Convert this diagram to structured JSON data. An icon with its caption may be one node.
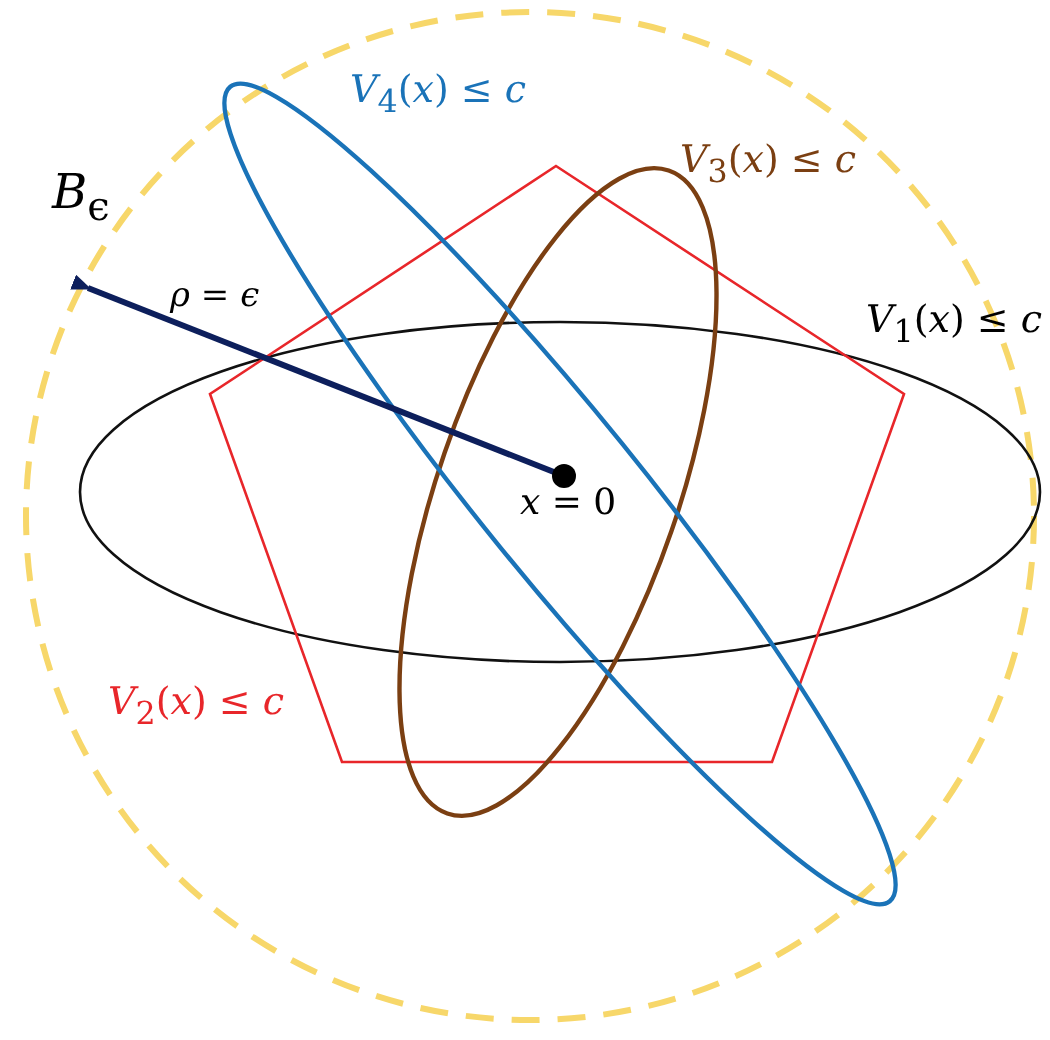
{
  "diagram": {
    "labels": [
      "*V*$_{4}$(*x*) ≤ *c*",
      "*V*$_{3}$(*x*) ≤ *c*",
      "*B*$_{ϵ}$",
      "*ρ* = *ϵ*",
      "*V*$_{1}$(*x*) ≤ *c*",
      "*x* = 0",
      "*V*$_{2}$(*x*) ≤ *c*"
    ]
  }
}
